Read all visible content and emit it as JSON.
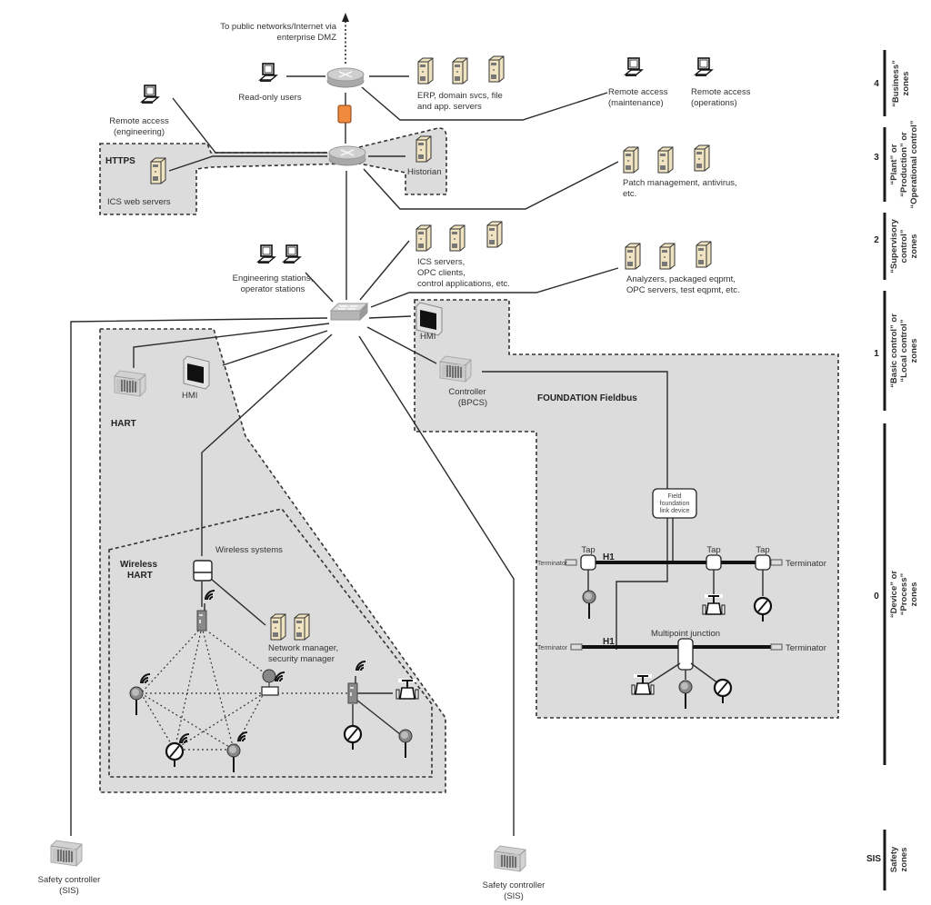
{
  "labels": {
    "internet": [
      "To public networks/Internet via",
      "enterprise DMZ"
    ],
    "read_only_users": "Read-only users",
    "erp_servers": [
      "ERP, domain svcs, file",
      "and app. servers"
    ],
    "remote_maintenance": [
      "Remote access",
      "(maintenance)"
    ],
    "remote_operations": [
      "Remote access",
      "(operations)"
    ],
    "remote_engineering": [
      "Remote access",
      "(engineering)"
    ],
    "https": "HTTPS",
    "ics_web_servers": "ICS web servers",
    "historian": "Historian",
    "patch_mgmt": [
      "Patch management, antivirus,",
      "etc."
    ],
    "eng_stations": [
      "Engineering stations,",
      "operator stations"
    ],
    "ics_servers": [
      "ICS servers,",
      "OPC clients,",
      "control applications, etc."
    ],
    "analyzers": [
      "Analyzers, packaged eqpmt,",
      "OPC servers, test eqpmt, etc."
    ],
    "hmi_right": "HMI",
    "hmi_left": "HMI",
    "hart": "HART",
    "controller": [
      "Controller",
      "(BPCS)"
    ],
    "foundation_fieldbus": "FOUNDATION Fieldbus",
    "ff_link_device": [
      "Field",
      "foundation",
      "link device"
    ],
    "tap": "Tap",
    "h1": "H1",
    "terminator": "Terminator",
    "multipoint_junction": "Multipoint junction",
    "wireless_systems": "Wireless systems",
    "wireless_hart": [
      "Wireless",
      "HART"
    ],
    "network_manager": [
      "Network manager,",
      "security manager"
    ],
    "safety_controller": [
      "Safety controller",
      "(SIS)"
    ]
  },
  "zones": [
    {
      "level": "4",
      "name": [
        "“Business”",
        "zones"
      ]
    },
    {
      "level": "3",
      "name": [
        "“Plant” or",
        "“Production” or",
        "“Operational control”"
      ]
    },
    {
      "level": "2",
      "name": [
        "“Supervisory",
        "control”",
        "zones"
      ]
    },
    {
      "level": "1",
      "name": [
        "“Basic control” or",
        "“Local control”",
        "zones"
      ]
    },
    {
      "level": "0",
      "name": [
        "“Device” or",
        "“Process”",
        "zones"
      ]
    },
    {
      "level": "SIS",
      "name": [
        "Safety",
        "zones"
      ]
    }
  ],
  "colors": {
    "zone_fill": "#dcdcdc",
    "server_fill": "#efe3c2",
    "firewall": "#f08a3c",
    "router": "#bdbdbd"
  },
  "icons": {
    "router": "router-icon",
    "firewall": "firewall-icon",
    "switch": "switch-icon",
    "server": "server-icon",
    "workstation": "workstation-icon",
    "plc": "plc-controller-icon",
    "hmi": "hmi-panel-icon",
    "gateway": "wireless-gateway-icon",
    "transmitter": "transmitter-icon",
    "gauge": "gauge-icon",
    "valve": "valve-icon",
    "wireless": "wireless-signal-icon"
  }
}
